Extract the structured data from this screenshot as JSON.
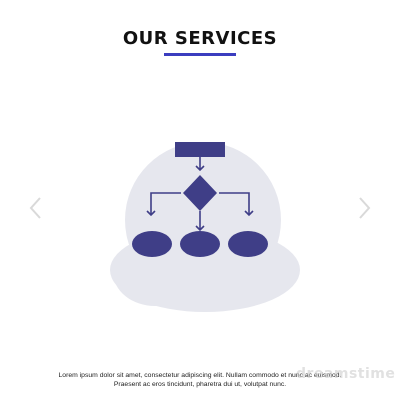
{
  "header": {
    "title": "OUR SERVICES",
    "accent_color": "#3b3dbf"
  },
  "navigation": {
    "prev_icon": "chevron-left-icon",
    "next_icon": "chevron-right-icon"
  },
  "illustration": {
    "icon": "flowchart-icon",
    "icon_color": "#3f3e87",
    "background_color": "#e6e7ee"
  },
  "footer": {
    "line1": "Lorem ipsum dolor sit amet, consectetur adipiscing elit. Nullam commodo et nunc ac euismod.",
    "line2": "Praesent ac eros tincidunt, pharetra dui ut, volutpat nunc."
  },
  "watermark": {
    "text": "dreamstime"
  }
}
